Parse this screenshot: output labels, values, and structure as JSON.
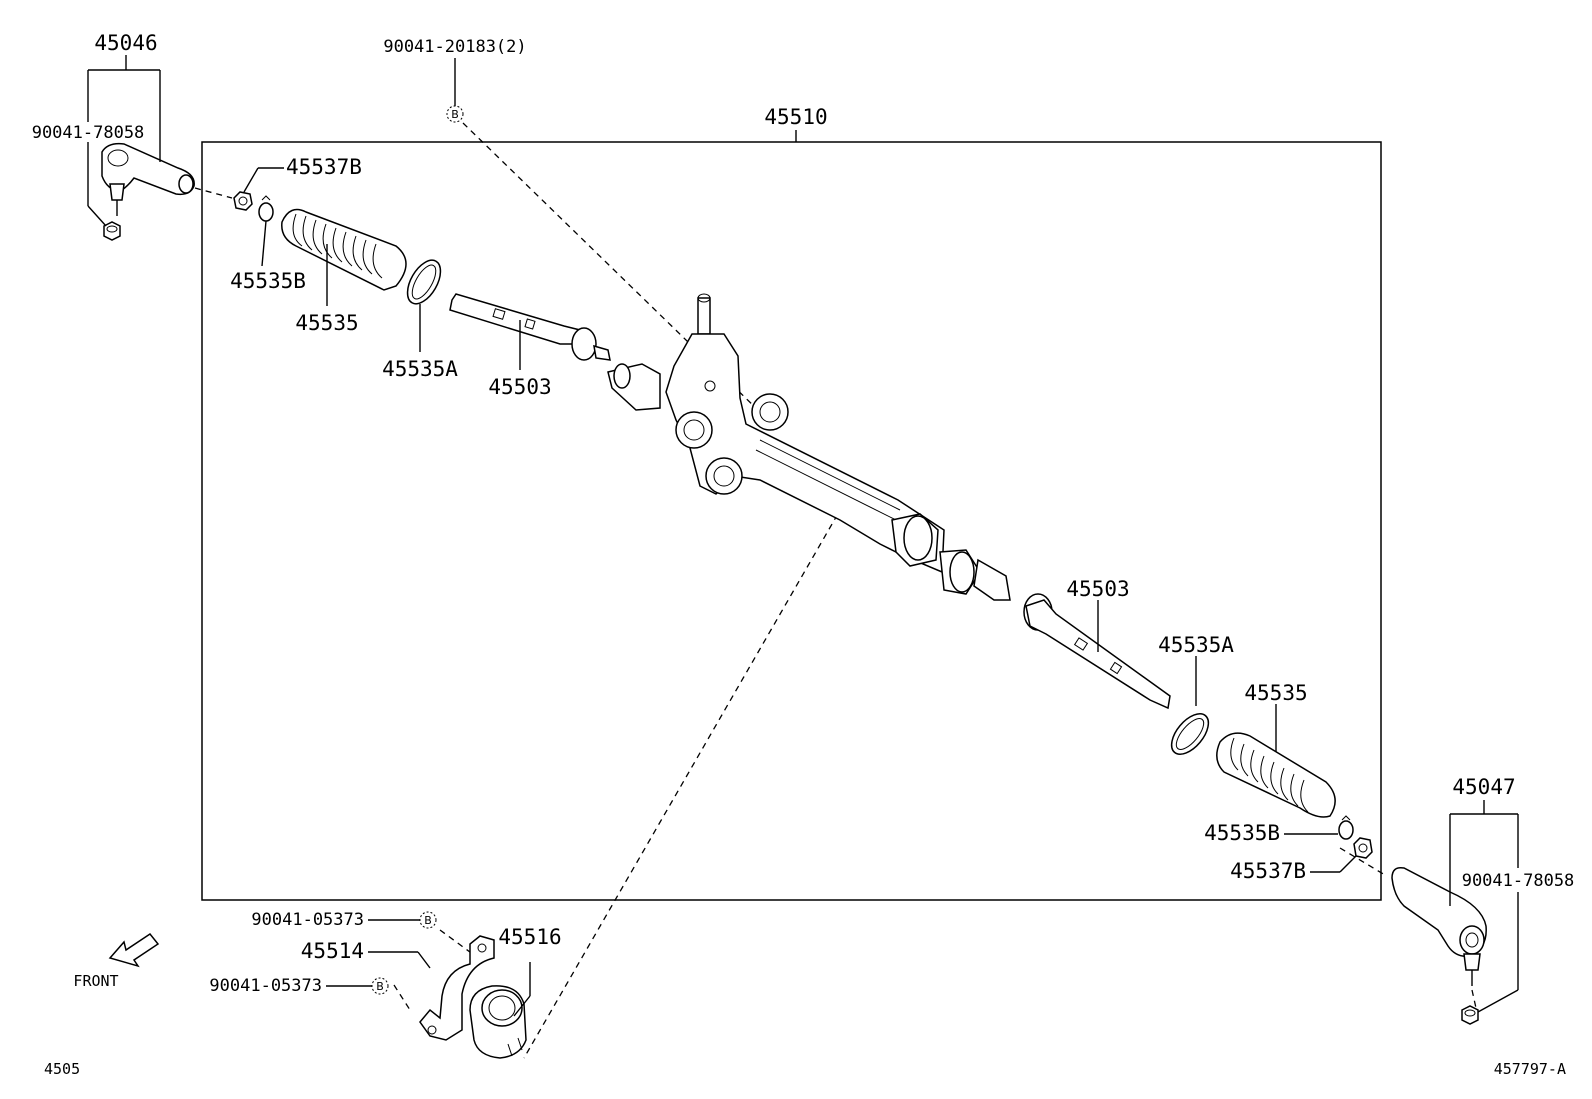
{
  "callout_letter": "B",
  "labels": {
    "tie_rod_end_left": "45046",
    "tie_rod_end_right": "45047",
    "nut_left": "90041-78058",
    "nut_right": "90041-78058",
    "bolt_top": "90041-20183(2)",
    "gear_assy": "45510",
    "lock_nut_left": "45537B",
    "lock_nut_right": "45537B",
    "clip_left": "45535B",
    "clip_right": "45535B",
    "boot_left": "45535",
    "boot_right": "45535",
    "clamp_left": "45535A",
    "clamp_right": "45535A",
    "rack_end_left": "45503",
    "rack_end_right": "45503",
    "bracket": "45514",
    "grommet": "45516",
    "bolt_bracket_upper": "90041-05373",
    "bolt_bracket_lower": "90041-05373"
  },
  "front_label": "FRONT",
  "page_code": "4505",
  "figure_code": "457797-A"
}
